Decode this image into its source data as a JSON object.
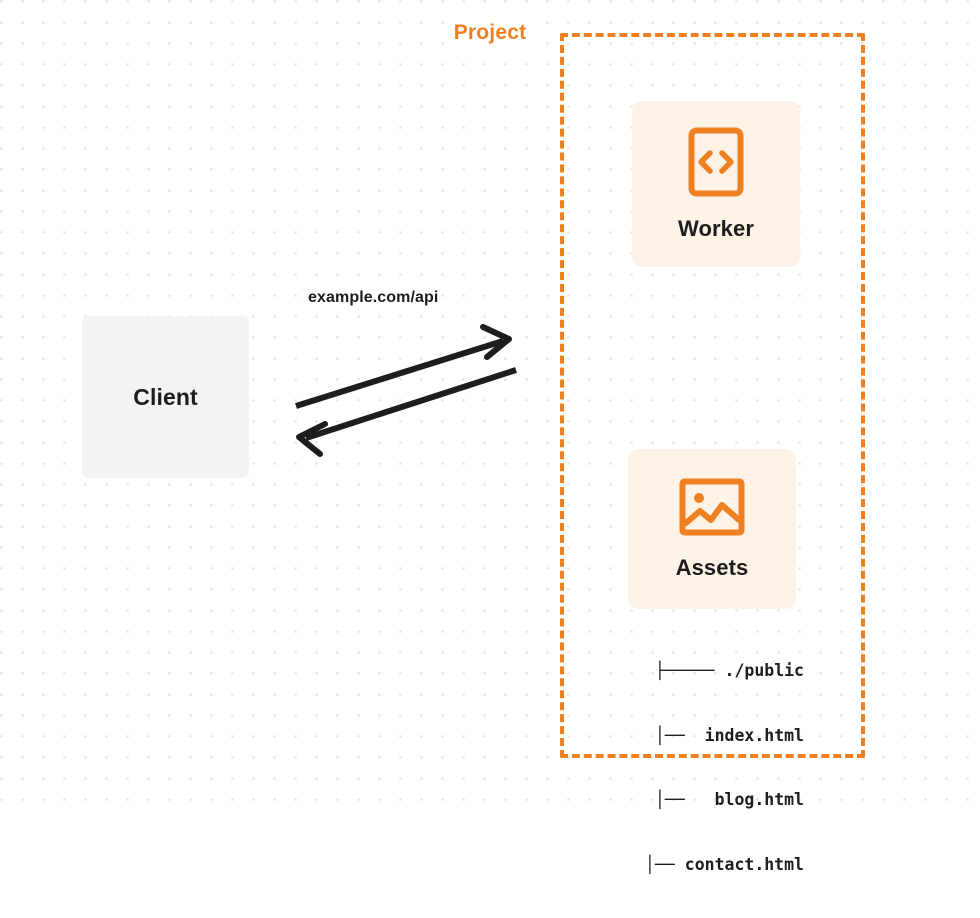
{
  "diagram": {
    "title": "Client to Project (Worker + Assets) request flow",
    "background": {
      "dot_color": "#e9e9ec",
      "page_color": "#ffffff"
    },
    "colors": {
      "accent_orange": "#ef8022",
      "card_fill": "#fdf2e6",
      "client_fill": "#f2f3f5",
      "text_dark": "#1d1d1f",
      "arrow_stroke": "#1d1d1f"
    },
    "client": {
      "label": "Client"
    },
    "project": {
      "title": "Project",
      "border_style": "dashed",
      "cards": [
        {
          "id": "worker",
          "label": "Worker",
          "icon": "code-brackets-icon"
        },
        {
          "id": "assets",
          "label": "Assets",
          "icon": "image-icon"
        }
      ],
      "file_tree": {
        "lines": [
          "├───── ./public",
          "│──  index.html",
          "│──   blog.html",
          "│── contact.html"
        ],
        "root": "./public",
        "files": [
          "index.html",
          "blog.html",
          "contact.html"
        ]
      }
    },
    "connection": {
      "label": "example.com/api",
      "request_arrow": {
        "name": "request-arrow",
        "direction": "client-to-project"
      },
      "response_arrow": {
        "name": "response-arrow",
        "direction": "project-to-client"
      }
    }
  }
}
